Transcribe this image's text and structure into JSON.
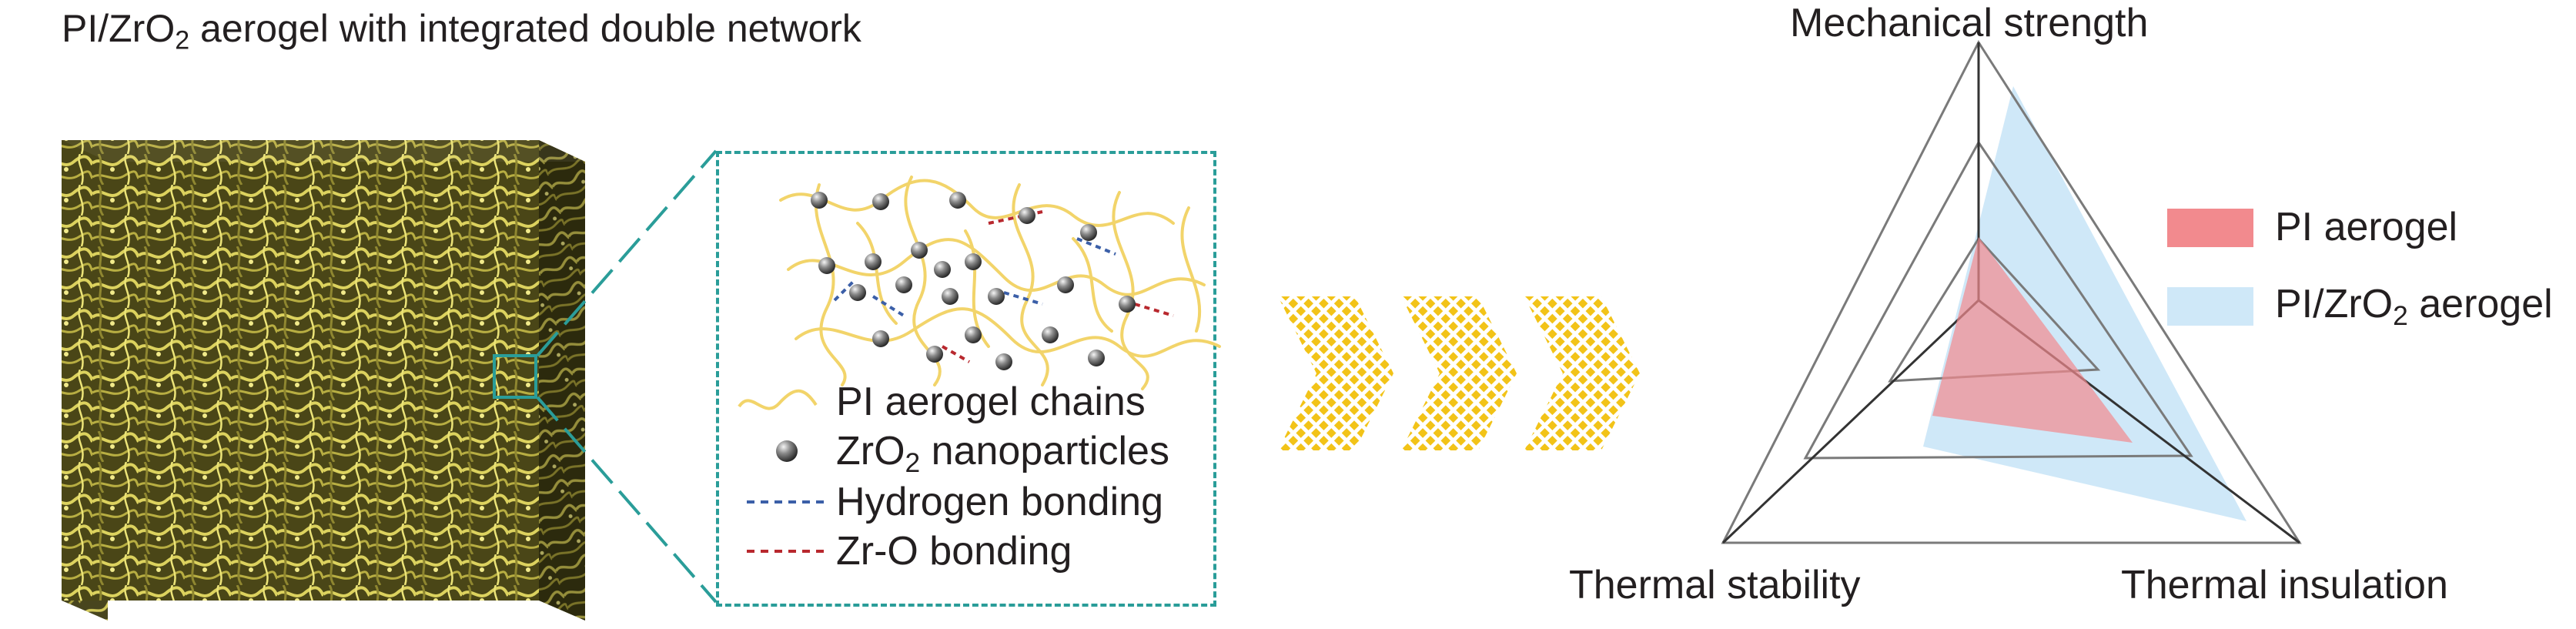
{
  "title": {
    "pre": "PI/ZrO",
    "sub": "2",
    "post": " aerogel with integrated double network"
  },
  "inset_legend": {
    "chains": "PI aerogel chains",
    "nanoparticles": {
      "pre": "ZrO",
      "sub": "2",
      "post": " nanoparticles"
    },
    "hydrogen": "Hydrogen bonding",
    "zro": "Zr-O bonding"
  },
  "radar": {
    "axes": {
      "top": "Mechanical strength",
      "left": "Thermal stability",
      "right": "Thermal insulation"
    },
    "legend": {
      "pi": "PI aerogel",
      "pizro": {
        "pre": "PI/ZrO",
        "sub": "2",
        "post": " aerogel"
      }
    }
  },
  "colors": {
    "cube_fiber": "#e6dc6a",
    "cube_dark": "#3d3a14",
    "inset_border": "#2a9d99",
    "chain": "#f2d46a",
    "hydrogen_bond": "#3b5fa8",
    "zro_bond": "#b8282e",
    "arrow": "#f2c318",
    "pi_fill": "#f28a8e",
    "pizro_fill": "#cfe8f8",
    "grid": "#7a7a7a"
  }
}
